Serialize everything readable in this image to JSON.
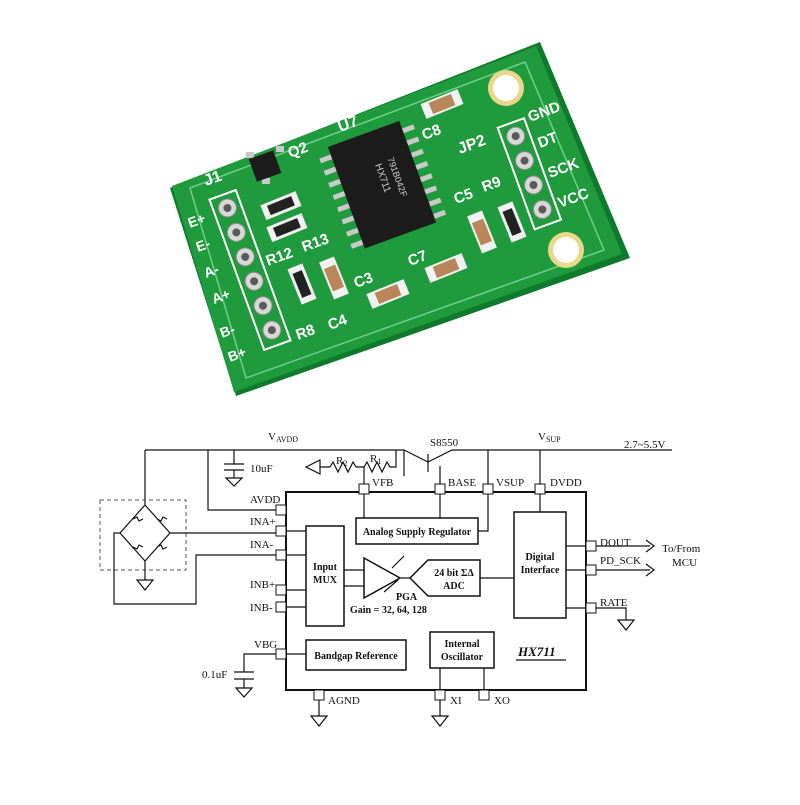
{
  "board": {
    "chip_name": "U7",
    "chip_line1": "HX711",
    "chip_line2": "791B042F",
    "q_label": "Q2",
    "c8_label": "C8",
    "jp_label": "JP2",
    "j1_label": "J1",
    "left_pins": [
      "E+",
      "E-",
      "A-",
      "A+",
      "B-",
      "B+"
    ],
    "right_pins": [
      "GND",
      "DT",
      "SCK",
      "VCC"
    ],
    "components": {
      "r12": "R12",
      "r13": "R13",
      "c3": "C3",
      "c7": "C7",
      "c5": "C5",
      "r9": "R9",
      "r8": "R8",
      "c4": "C4"
    },
    "pcb_color": "#1f9a3c"
  },
  "schematic": {
    "vavdd": "V",
    "vavdd_sub": "AVDD",
    "vsup": "V",
    "vsup_sub": "SUP",
    "s8550": "S8550",
    "supply_range": "2.7~5.5V",
    "cap_10uf": "10uF",
    "cap_01uf": "0.1uF",
    "r2": "R",
    "r2_sub": "2",
    "r1": "R",
    "r1_sub": "1",
    "pins": {
      "vfb": "VFB",
      "base": "BASE",
      "vsup": "VSUP",
      "dvdd": "DVDD",
      "avdd": "AVDD",
      "inap": "INA+",
      "inan": "INA-",
      "inbp": "INB+",
      "inbn": "INB-",
      "vbg": "VBG",
      "agnd": "AGND",
      "xi": "XI",
      "xo": "XO",
      "dout": "DOUT",
      "pdsck": "PD_SCK",
      "rate": "RATE"
    },
    "blocks": {
      "asr": "Analog Supply Regulator",
      "mux1": "Input",
      "mux2": "MUX",
      "pga": "PGA",
      "gain": "Gain = 32, 64, 128",
      "adc1": "24 bit ΣΔ",
      "adc2": "ADC",
      "dig1": "Digital",
      "dig2": "Interface",
      "bg": "Bandgap Reference",
      "osc1": "Internal",
      "osc2": "Oscillator",
      "chip": "HX711"
    },
    "tofrom1": "To/From",
    "tofrom2": "MCU"
  }
}
